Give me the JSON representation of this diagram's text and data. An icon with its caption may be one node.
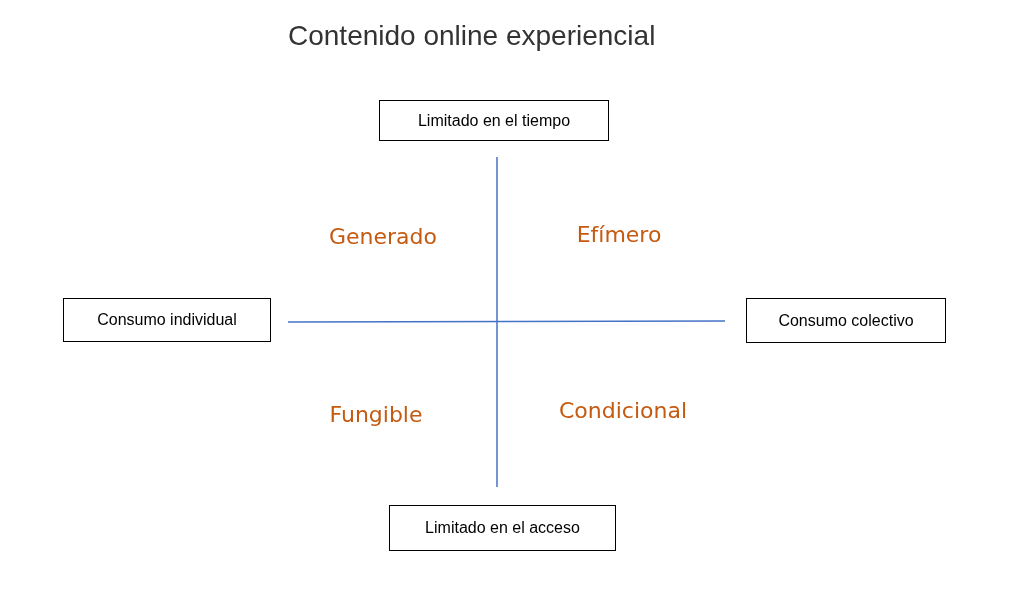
{
  "diagram": {
    "title": "Contenido online experiencial",
    "nodes": [
      {
        "text": [
          "Limitado en el tiempo"
        ]
      },
      {
        "text": [
          "Consumo individual"
        ]
      },
      {
        "text": [
          "Consumo colectivo"
        ]
      },
      {
        "text": [
          "Limitado en el acceso"
        ]
      }
    ],
    "labels": [
      "Generado",
      "Efímero",
      "Fungible",
      "Condicional"
    ]
  }
}
